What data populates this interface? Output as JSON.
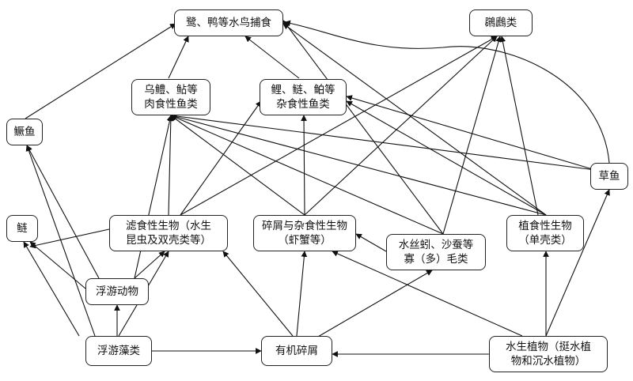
{
  "nodes": {
    "egret": "鹭、鸭等水鸟捕食",
    "grebe": "鸊鷉类",
    "snakehead": "乌鳢、鲇等\n肉食性鱼类",
    "carp": "鲤、鲢、鲌等\n杂食性鱼类",
    "mandarin": "鳜鱼",
    "grasscarp": "草鱼",
    "silver": "鲢",
    "filter": "滤食性生物（水生\n昆虫及双壳类等）",
    "detritivore": "碎屑与杂食性生物\n（虾蟹等）",
    "worm": "水丝蚓、沙蚕等\n寡（多）毛类",
    "herbivore": "植食性生物\n（单壳类）",
    "zooplankton": "浮游动物",
    "phyto": "浮游藻类",
    "detritus": "有机碎屑",
    "macrophyte": "水生植物（挺水植\n物和沉水植物）"
  }
}
